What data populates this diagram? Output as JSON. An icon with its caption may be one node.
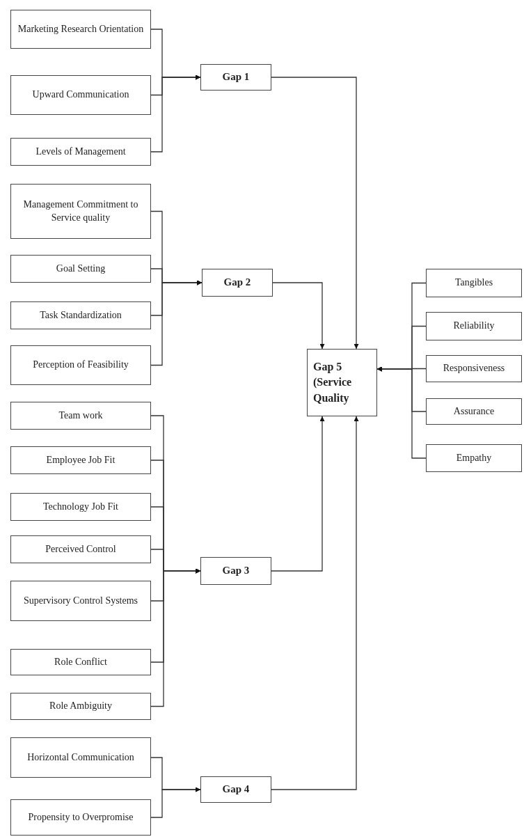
{
  "diagram": {
    "nodes": [
      {
        "text": [
          "Marketing Research Orientation"
        ]
      },
      {
        "text": [
          "Upward Communication"
        ]
      },
      {
        "text": [
          "Levels of Management"
        ]
      },
      {
        "text": [
          "Gap 1"
        ]
      },
      {
        "text": [
          "Management Commitment to Service quality"
        ]
      },
      {
        "text": [
          "Goal Setting"
        ]
      },
      {
        "text": [
          "Task Standardization"
        ]
      },
      {
        "text": [
          "Perception of Feasibility"
        ]
      },
      {
        "text": [
          "Gap 2"
        ]
      },
      {
        "text": [
          "Gap 5 (Service Quality"
        ]
      },
      {
        "text": [
          "Tangibles"
        ]
      },
      {
        "text": [
          "Reliability"
        ]
      },
      {
        "text": [
          "Responsiveness"
        ]
      },
      {
        "text": [
          "Assurance"
        ]
      },
      {
        "text": [
          "Empathy"
        ]
      },
      {
        "text": [
          "Team work"
        ]
      },
      {
        "text": [
          "Employee Job Fit"
        ]
      },
      {
        "text": [
          "Technology Job Fit"
        ]
      },
      {
        "text": [
          "Perceived Control"
        ]
      },
      {
        "text": [
          "Supervisory Control Systems"
        ]
      },
      {
        "text": [
          "Role Conflict"
        ]
      },
      {
        "text": [
          "Role Ambiguity"
        ]
      },
      {
        "text": [
          "Gap 3"
        ]
      },
      {
        "text": [
          "Horizontal Communication"
        ]
      },
      {
        "text": [
          "Propensity to Overpromise"
        ]
      },
      {
        "text": [
          "Gap 4"
        ]
      }
    ],
    "edges": [
      {
        "from": 0,
        "to": 3,
        "arrow": "to"
      },
      {
        "from": 1,
        "to": 3,
        "arrow": "to"
      },
      {
        "from": 2,
        "to": 3,
        "arrow": "to"
      },
      {
        "from": 4,
        "to": 8,
        "arrow": "to"
      },
      {
        "from": 5,
        "to": 8,
        "arrow": "to"
      },
      {
        "from": 6,
        "to": 8,
        "arrow": "to"
      },
      {
        "from": 7,
        "to": 8,
        "arrow": "to"
      },
      {
        "from": 15,
        "to": 22,
        "arrow": "to"
      },
      {
        "from": 16,
        "to": 22,
        "arrow": "to"
      },
      {
        "from": 17,
        "to": 22,
        "arrow": "to"
      },
      {
        "from": 18,
        "to": 22,
        "arrow": "to"
      },
      {
        "from": 19,
        "to": 22,
        "arrow": "to"
      },
      {
        "from": 20,
        "to": 22,
        "arrow": "to"
      },
      {
        "from": 21,
        "to": 22,
        "arrow": "to"
      },
      {
        "from": 23,
        "to": 25,
        "arrow": "to"
      },
      {
        "from": 24,
        "to": 25,
        "arrow": "to"
      },
      {
        "from": 3,
        "to": 9,
        "arrow": "to"
      },
      {
        "from": 8,
        "to": 9,
        "arrow": "to"
      },
      {
        "from": 22,
        "to": 9,
        "arrow": "to"
      },
      {
        "from": 25,
        "to": 9,
        "arrow": "to"
      },
      {
        "from": 10,
        "to": 9,
        "arrow": "to"
      },
      {
        "from": 11,
        "to": 9,
        "arrow": "to"
      },
      {
        "from": 12,
        "to": 9,
        "arrow": "to"
      },
      {
        "from": 13,
        "to": 9,
        "arrow": "to"
      },
      {
        "from": 14,
        "to": 9,
        "arrow": "to"
      }
    ]
  }
}
